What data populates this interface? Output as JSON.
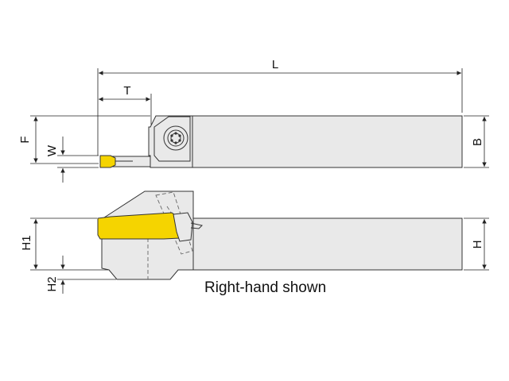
{
  "labels": {
    "L": "L",
    "T": "T",
    "F": "F",
    "W": "W",
    "B": "B",
    "H1": "H1",
    "H2": "H2",
    "H": "H"
  },
  "caption": "Right-hand shown",
  "colors": {
    "body_fill": "#e9e9e9",
    "outline": "#333333",
    "insert_fill": "#f5d400",
    "dimension_line": "#222222"
  }
}
